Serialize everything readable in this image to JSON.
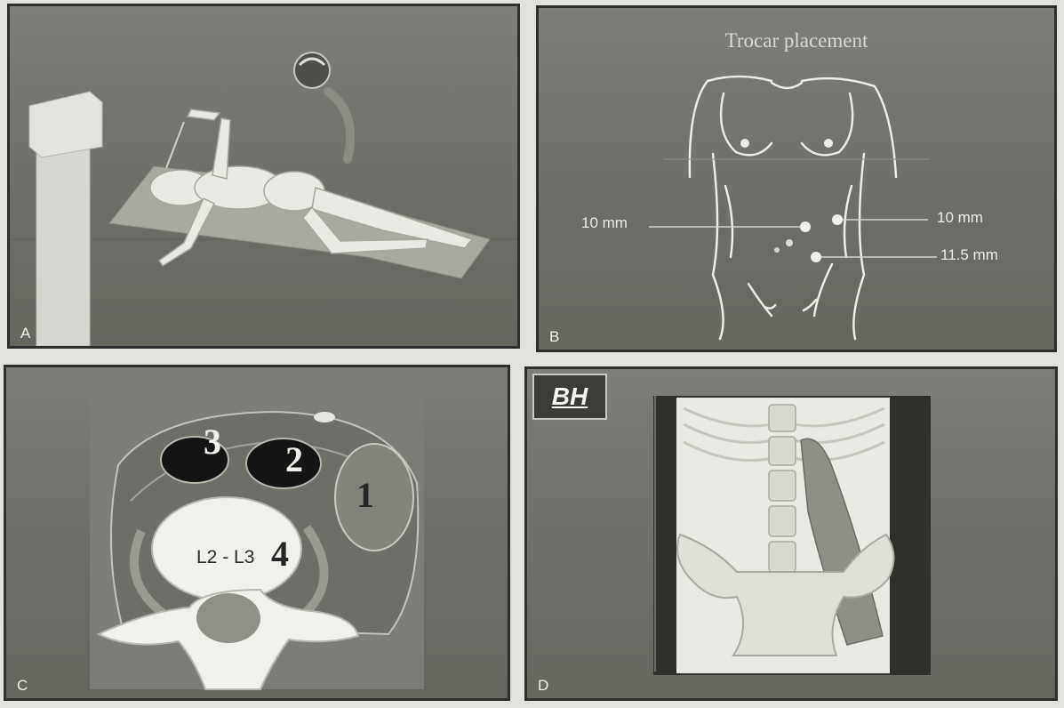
{
  "panels": {
    "a": {
      "letter": "A"
    },
    "b": {
      "letter": "B",
      "title": "Trocar placement",
      "label_left": "10 mm",
      "label_right_top": "10 mm",
      "label_right_bottom": "11.5 mm"
    },
    "c": {
      "letter": "C",
      "numbers": [
        "3",
        "2",
        "1",
        "4"
      ],
      "vertebra_label": "L2 - L3"
    },
    "d": {
      "letter": "D",
      "logo": "BH"
    }
  },
  "colors": {
    "background": "#e3e1dc",
    "panel_bg": "#737370",
    "border": "#2e2e2c",
    "figure_white": "#efefe9",
    "dark_organ": "#141414"
  }
}
